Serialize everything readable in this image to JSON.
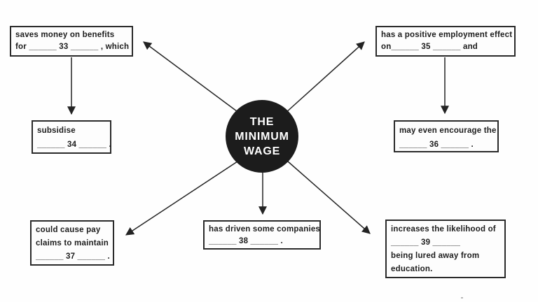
{
  "diagram": {
    "title_node": {
      "line1": "THE",
      "line2": "MINIMUM",
      "line3": "WAGE"
    },
    "boxes": {
      "box33": {
        "line1": "saves money on benefits",
        "line2": "for ______ 33 ______ , which"
      },
      "box34": {
        "line1": "subsidise",
        "line2": "______ 34 ______ ."
      },
      "box35": {
        "line1": "has a positive employment effect",
        "line2": "on______ 35 ______ and"
      },
      "box36": {
        "line1": "may even encourage the",
        "line2": "______ 36 ______ ."
      },
      "box37": {
        "line1": "could cause pay",
        "line2": "claims to maintain",
        "line3": "______ 37 ______ ."
      },
      "box38": {
        "line1": "has driven some companies",
        "line2": "______ 38 ______ ."
      },
      "box39": {
        "line1": "increases the likelihood of",
        "line2": "______ 39 ______",
        "line3": "being lured away from",
        "line4": "education."
      }
    },
    "blank_numbers": [
      "33",
      "34",
      "35",
      "36",
      "37",
      "38",
      "39"
    ],
    "colors": {
      "ink": "#1d1d1d",
      "circle_background": "#1c1c1c",
      "circle_text": "#ffffff",
      "page_background": "#fefefe"
    }
  }
}
